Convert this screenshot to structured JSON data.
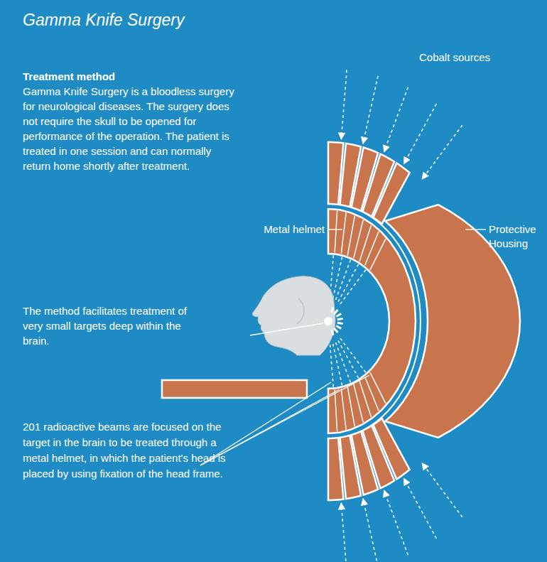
{
  "diagram": {
    "title": "Gamma Knife Surgery",
    "labels": [
      "Treatment method",
      "Gamma Knife Surgery is a bloodless surgery for neurological diseases. The surgery does not require the skull to be opened for performance of the operation. The patient is treated in one session and can normally return home shortly after treatment.",
      "Cobalt sources",
      "Metal helmet",
      "Protective Housing",
      "The method facilitates treatment of very small targets deep within the brain.",
      "201 radioactive beams are focused on the target in the brain to be treated through a metal helmet, in which the patient's head is placed by using fixation of the head frame."
    ]
  }
}
